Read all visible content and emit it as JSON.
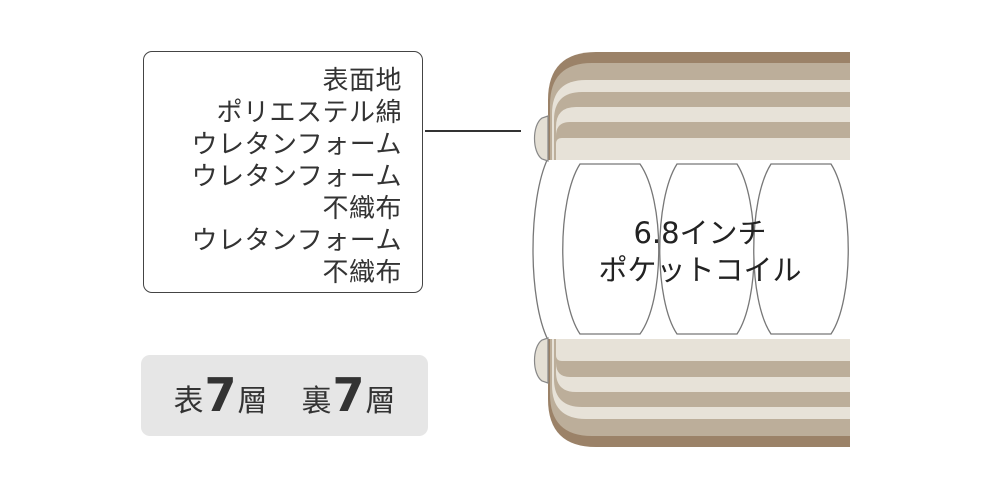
{
  "layers": [
    "表面地",
    "ポリエステル綿",
    "ウレタンフォーム",
    "ウレタンフォーム",
    "不織布",
    "ウレタンフォーム",
    "不織布"
  ],
  "layer_count": {
    "front_label": "表",
    "front_count": "7",
    "front_unit": "層",
    "back_label": "裏",
    "back_count": "7",
    "back_unit": "層"
  },
  "coil": {
    "line1": "6.8インチ",
    "line2": "ポケットコイル"
  },
  "colors": {
    "dark": "#9b8268",
    "tan": "#bcae9a",
    "light": "#e7e2d8"
  }
}
